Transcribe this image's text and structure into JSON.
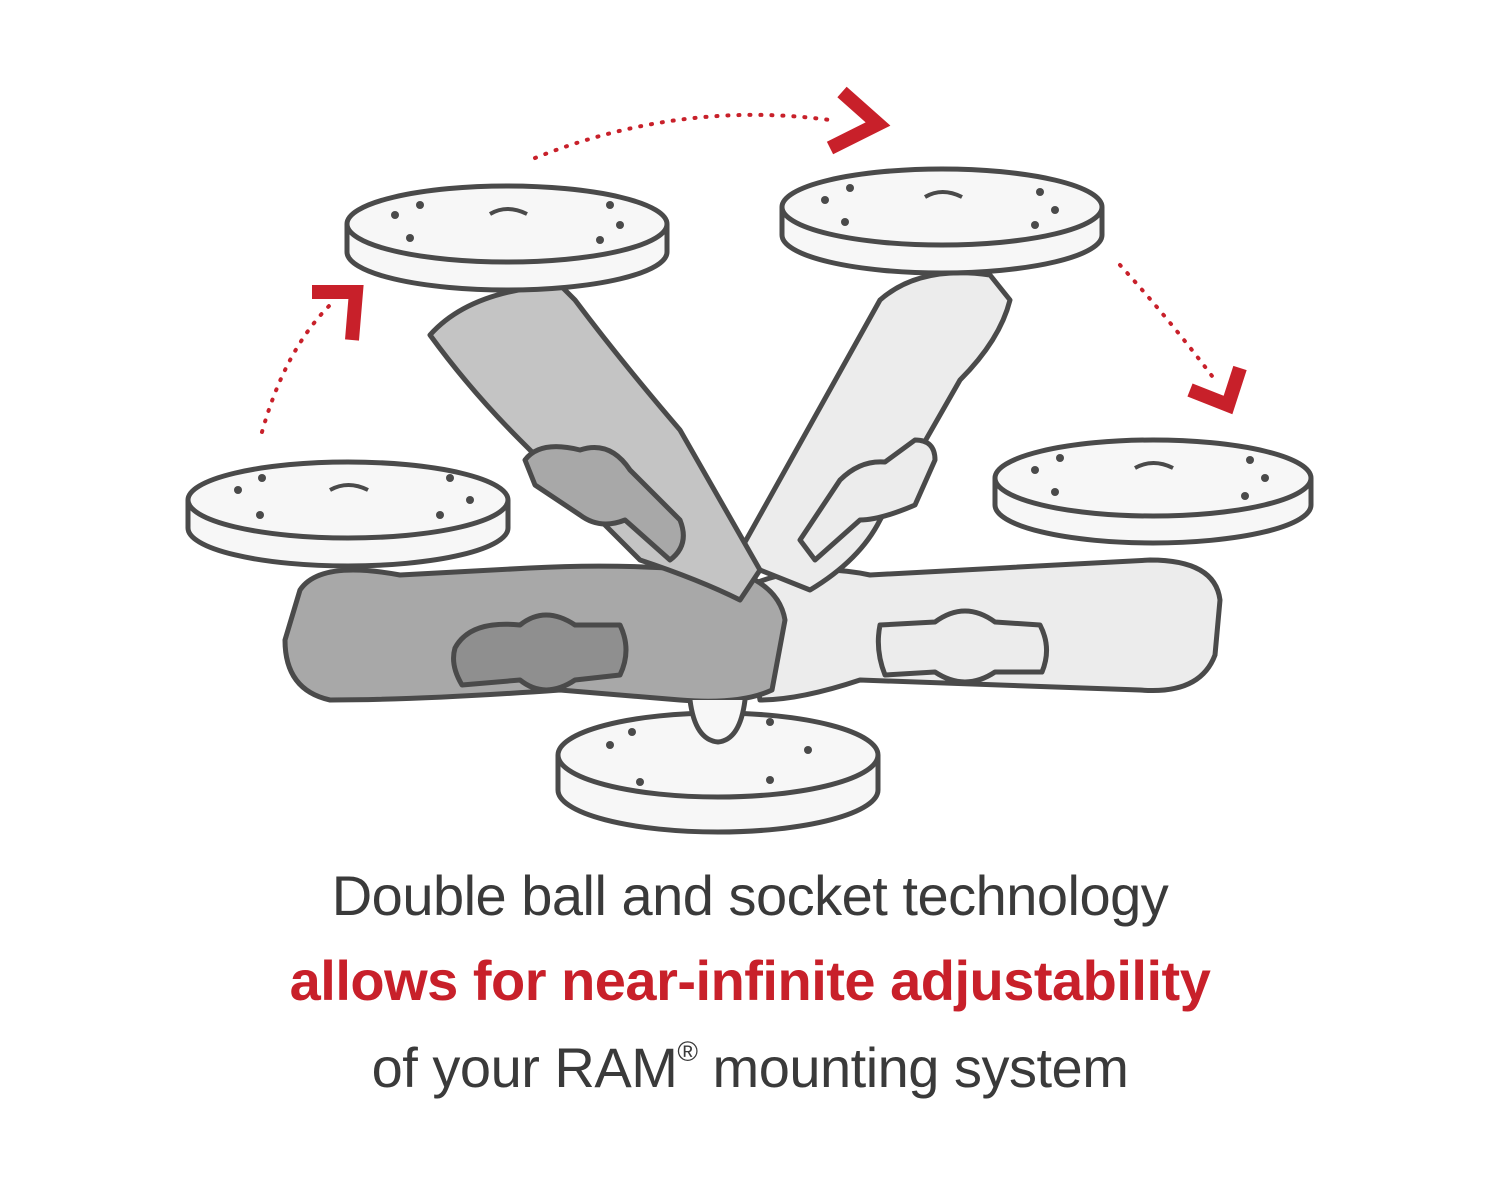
{
  "colors": {
    "accent": "#c8202a",
    "text": "#3a3a3a",
    "outline": "#4a4a4a",
    "arm_dark": "#a8a8a8",
    "arm_mid": "#c4c4c4",
    "arm_light": "#ececec",
    "plate": "#f7f7f7"
  },
  "illustration": {
    "subject": "double ball and socket mount with round plates shown in multiple positions",
    "icons": [
      "dotted-arrow-left-up-icon",
      "dotted-arrow-top-right-icon",
      "dotted-arrow-right-down-icon"
    ]
  },
  "caption": {
    "line1": "Double ball and socket technology",
    "line2": "allows for near-infinite adjustability",
    "line3_before": "of your RAM",
    "line3_reg": "®",
    "line3_after": " mounting system"
  }
}
